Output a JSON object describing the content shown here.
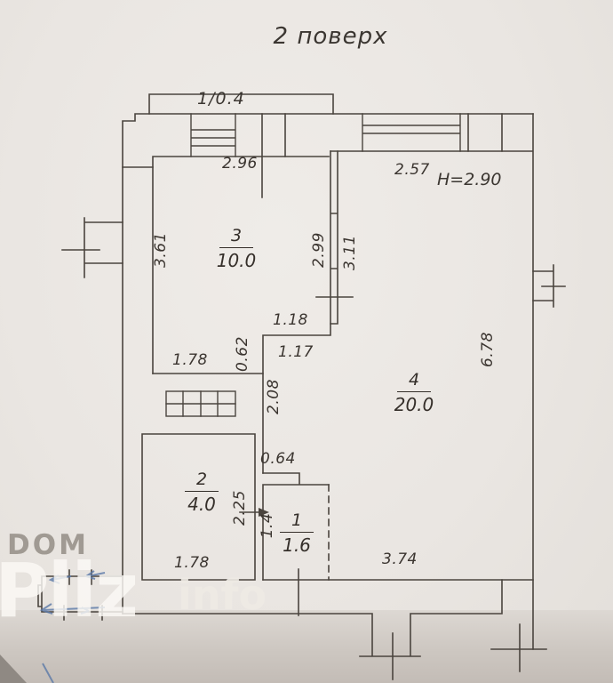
{
  "title": "2 поверх",
  "plan": {
    "balcony_top_label": "1/0.4",
    "ceiling_height": "H=2.90",
    "rooms": {
      "r1": {
        "number": "1",
        "area": "1.6"
      },
      "r2": {
        "number": "2",
        "area": "4.0"
      },
      "r3": {
        "number": "3",
        "area": "10.0"
      },
      "r4": {
        "number": "4",
        "area": "20.0"
      }
    },
    "dimensions": {
      "room3_width_top": "2.96",
      "room4_width_top": "2.57",
      "room3_height_left": "3.61",
      "wall34_left": "2.99",
      "wall34_right": "3.11",
      "room4_height_right": "6.78",
      "step_upper": "1.18",
      "step_lower": "1.17",
      "notch_height": "0.62",
      "room3_bottom": "1.78",
      "hall_height": "2.08",
      "step_width": "0.64",
      "room2_height": "2.25",
      "entry_width": "1.4",
      "room2_bottom": "1.78",
      "room4_bottom": "3.74"
    }
  },
  "watermark": {
    "line1": "DOM",
    "line2": "Pliz",
    "line3": "info"
  },
  "colors": {
    "ink": "#4a443e",
    "paper": "#eae6e2",
    "pen_blue": "#5b79a8",
    "watermark_gray": "#9d978f"
  }
}
